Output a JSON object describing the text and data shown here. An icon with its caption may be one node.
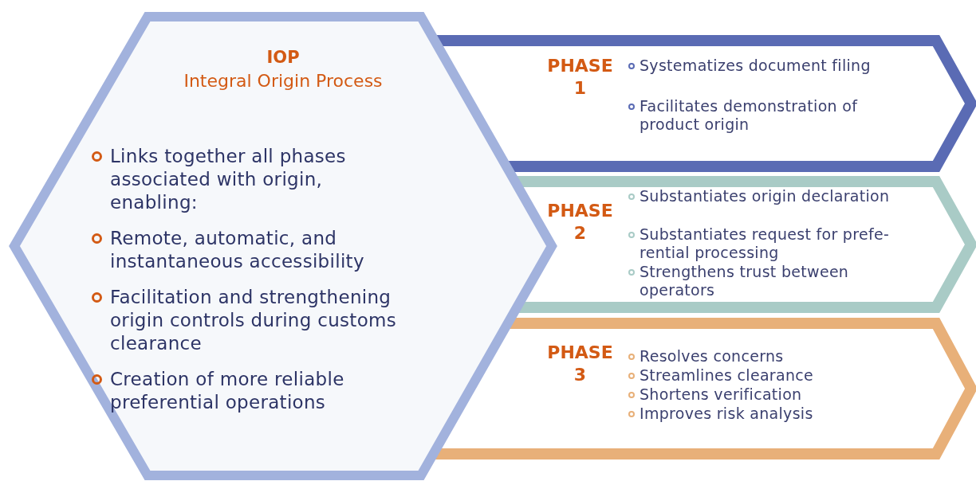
{
  "diagram": {
    "nodes": [
      {
        "text": [
          "IOP",
          "Integral Origin Process",
          "Links together all phases associated with origin, enabling:",
          "Remote, automatic, and instantaneous accessibility",
          "Facilitation and strengthening origin controls during customs clearance",
          "Creation of more reliable preferential operations"
        ]
      },
      {
        "text": [
          "PHASE 1",
          "Systematizes document filing",
          "Facilitates demonstration of product origin"
        ]
      },
      {
        "text": [
          "PHASE 2",
          "Substantiates origin declaration",
          "Substantiates request for prefe- rential processing",
          "Strengthens trust between operators"
        ]
      },
      {
        "text": [
          "PHASE 3",
          "Resolves concerns",
          "Streamlines clearance",
          "Shortens verification",
          "Improves risk analysis"
        ]
      }
    ]
  }
}
